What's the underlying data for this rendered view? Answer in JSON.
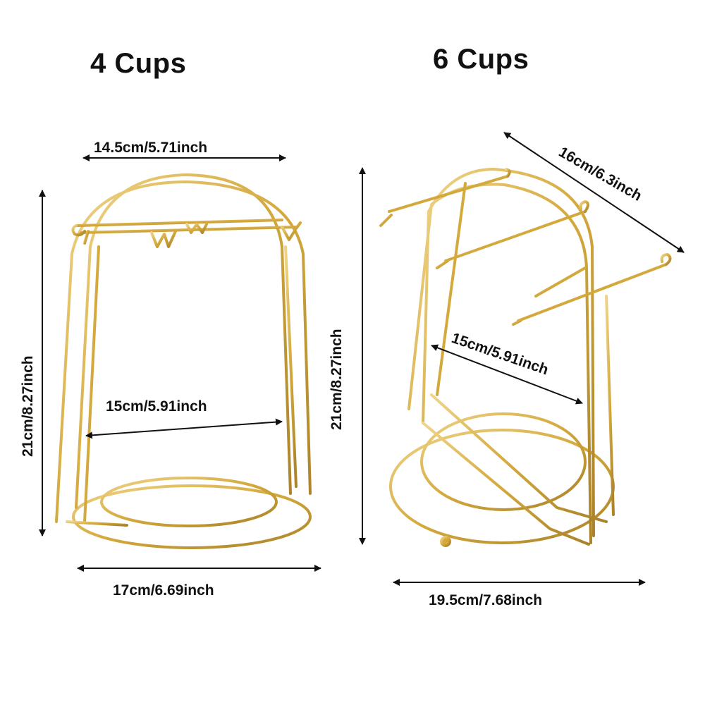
{
  "left": {
    "title": "4 Cups",
    "width_top": "14.5cm/5.71inch",
    "height": "21cm/8.27inch",
    "inner_width": "15cm/5.91inch",
    "base_width": "17cm/6.69inch"
  },
  "right": {
    "title": "6 Cups",
    "depth": "16cm/6.3inch",
    "height": "21cm/8.27inch",
    "inner_width": "15cm/5.91inch",
    "base_width": "19.5cm/7.68inch"
  },
  "colors": {
    "gold": "#d4a93c",
    "gold_dark": "#a9822a",
    "gold_light": "#f0d48a",
    "text": "#111111"
  }
}
